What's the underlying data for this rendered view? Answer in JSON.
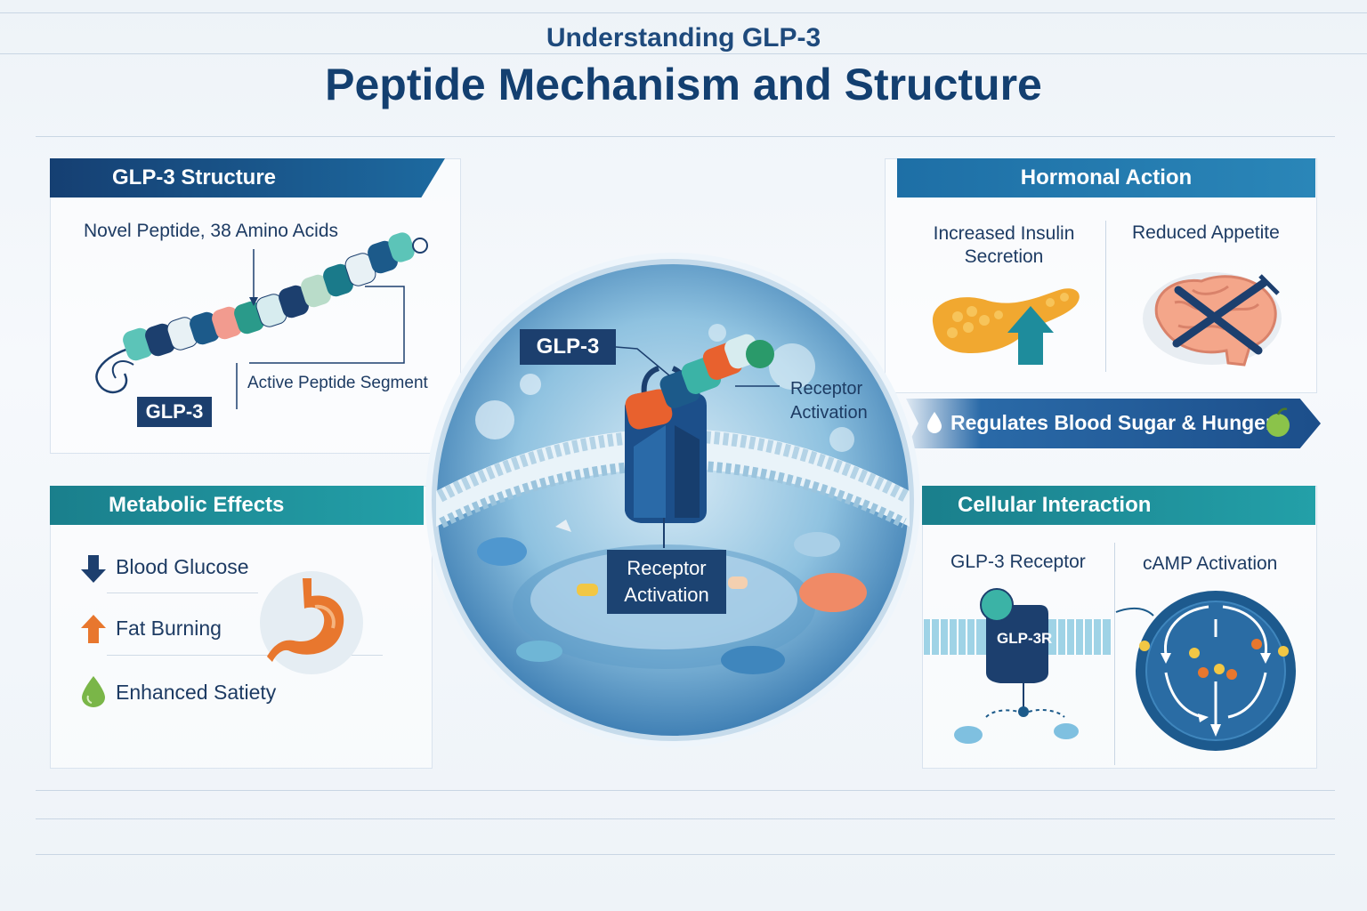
{
  "header": {
    "subtitle": "Understanding GLP-3",
    "title": "Peptide Mechanism and Structure"
  },
  "structure": {
    "heading": "GLP-3 Structure",
    "description": "Novel Peptide, 38 Amino Acids",
    "segment_label": "Active Peptide Segment",
    "tag": "GLP-3"
  },
  "hormonal": {
    "heading": "Hormonal Action",
    "insulin_label": "Increased Insulin Secretion",
    "appetite_label": "Reduced Appetite",
    "regulates": "Regulates Blood Sugar & Hunger"
  },
  "metabolic": {
    "heading": "Metabolic Effects",
    "items": [
      {
        "label": "Blood Glucose",
        "direction": "down",
        "color": "#1d3f6e"
      },
      {
        "label": "Fat Burning",
        "direction": "up",
        "color": "#e8772e"
      },
      {
        "label": "Enhanced Satiety",
        "direction": "drop",
        "color": "#7ab648"
      }
    ]
  },
  "cellular": {
    "heading": "Cellular Interaction",
    "receptor_label": "GLP-3 Receptor",
    "receptor_tag": "GLP-3R",
    "camp_label": "cAMP Activation"
  },
  "center": {
    "peptide_tag": "GLP-3",
    "receptor_callout": "Receptor Activation",
    "receptor_box": "Receptor Activation"
  },
  "colors": {
    "navy": "#133f70",
    "teal": "#1a8a9a",
    "orange": "#e8772e",
    "green": "#7ab648"
  }
}
